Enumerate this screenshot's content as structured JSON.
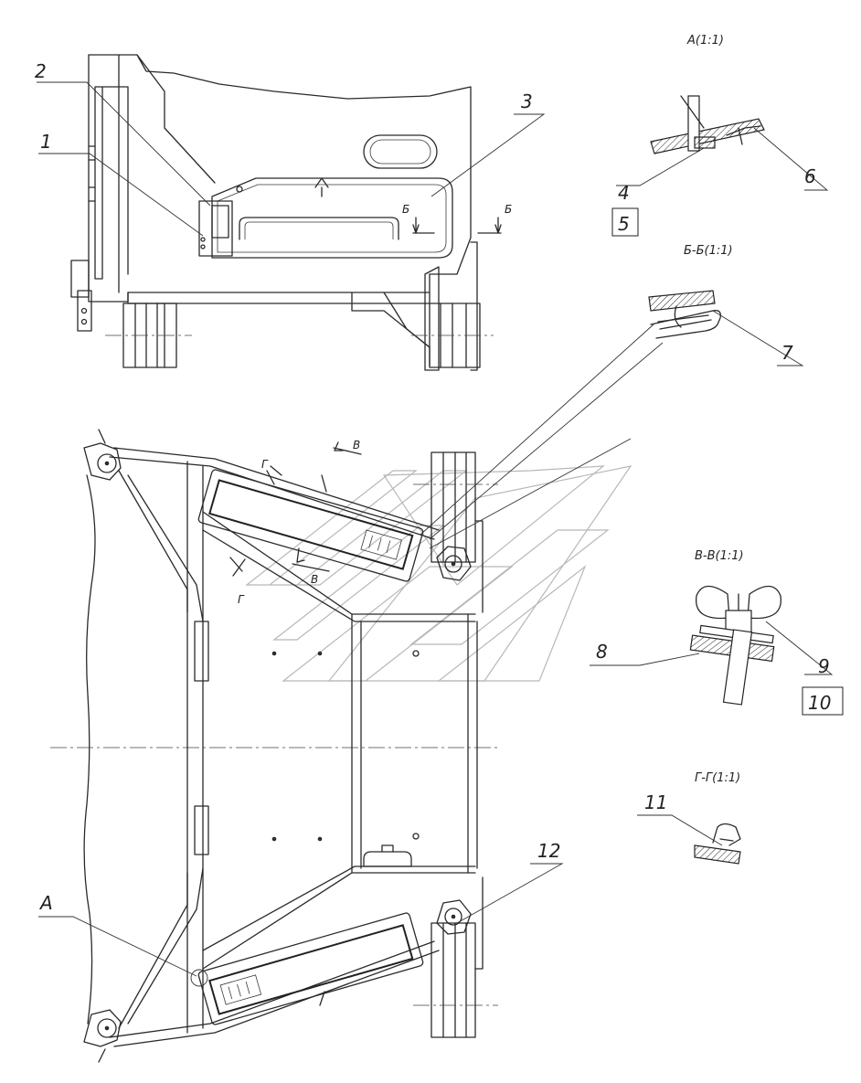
{
  "views": {
    "a": {
      "title": "А(1:1)",
      "label": "А"
    },
    "b": {
      "title": "Б-Б(1:1)",
      "mark": "Б"
    },
    "v": {
      "title": "В-В(1:1)",
      "mark": "В"
    },
    "g": {
      "title": "Г-Г(1:1)",
      "mark": "Г"
    }
  },
  "callouts": {
    "c1": "1",
    "c2": "2",
    "c3": "3",
    "c4": "4",
    "c5": "5",
    "c6": "6",
    "c7": "7",
    "c8": "8",
    "c9": "9",
    "c10": "10",
    "c11": "11",
    "c12": "12"
  }
}
